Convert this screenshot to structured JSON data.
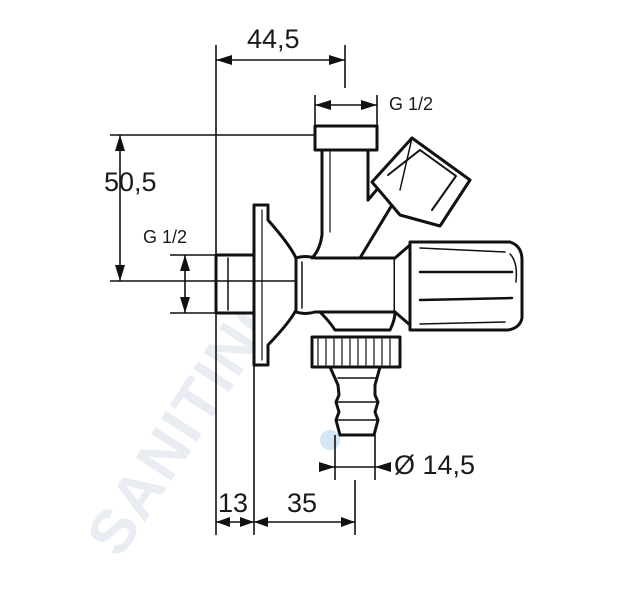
{
  "watermark": "SANITINO",
  "dimensions": {
    "top_width": "44,5",
    "upper_thread": "G 1/2",
    "left_height": "50,5",
    "inlet_thread": "G 1/2",
    "hose_diameter": "Ø 14,5",
    "flange_depth": "13",
    "offset": "35"
  }
}
